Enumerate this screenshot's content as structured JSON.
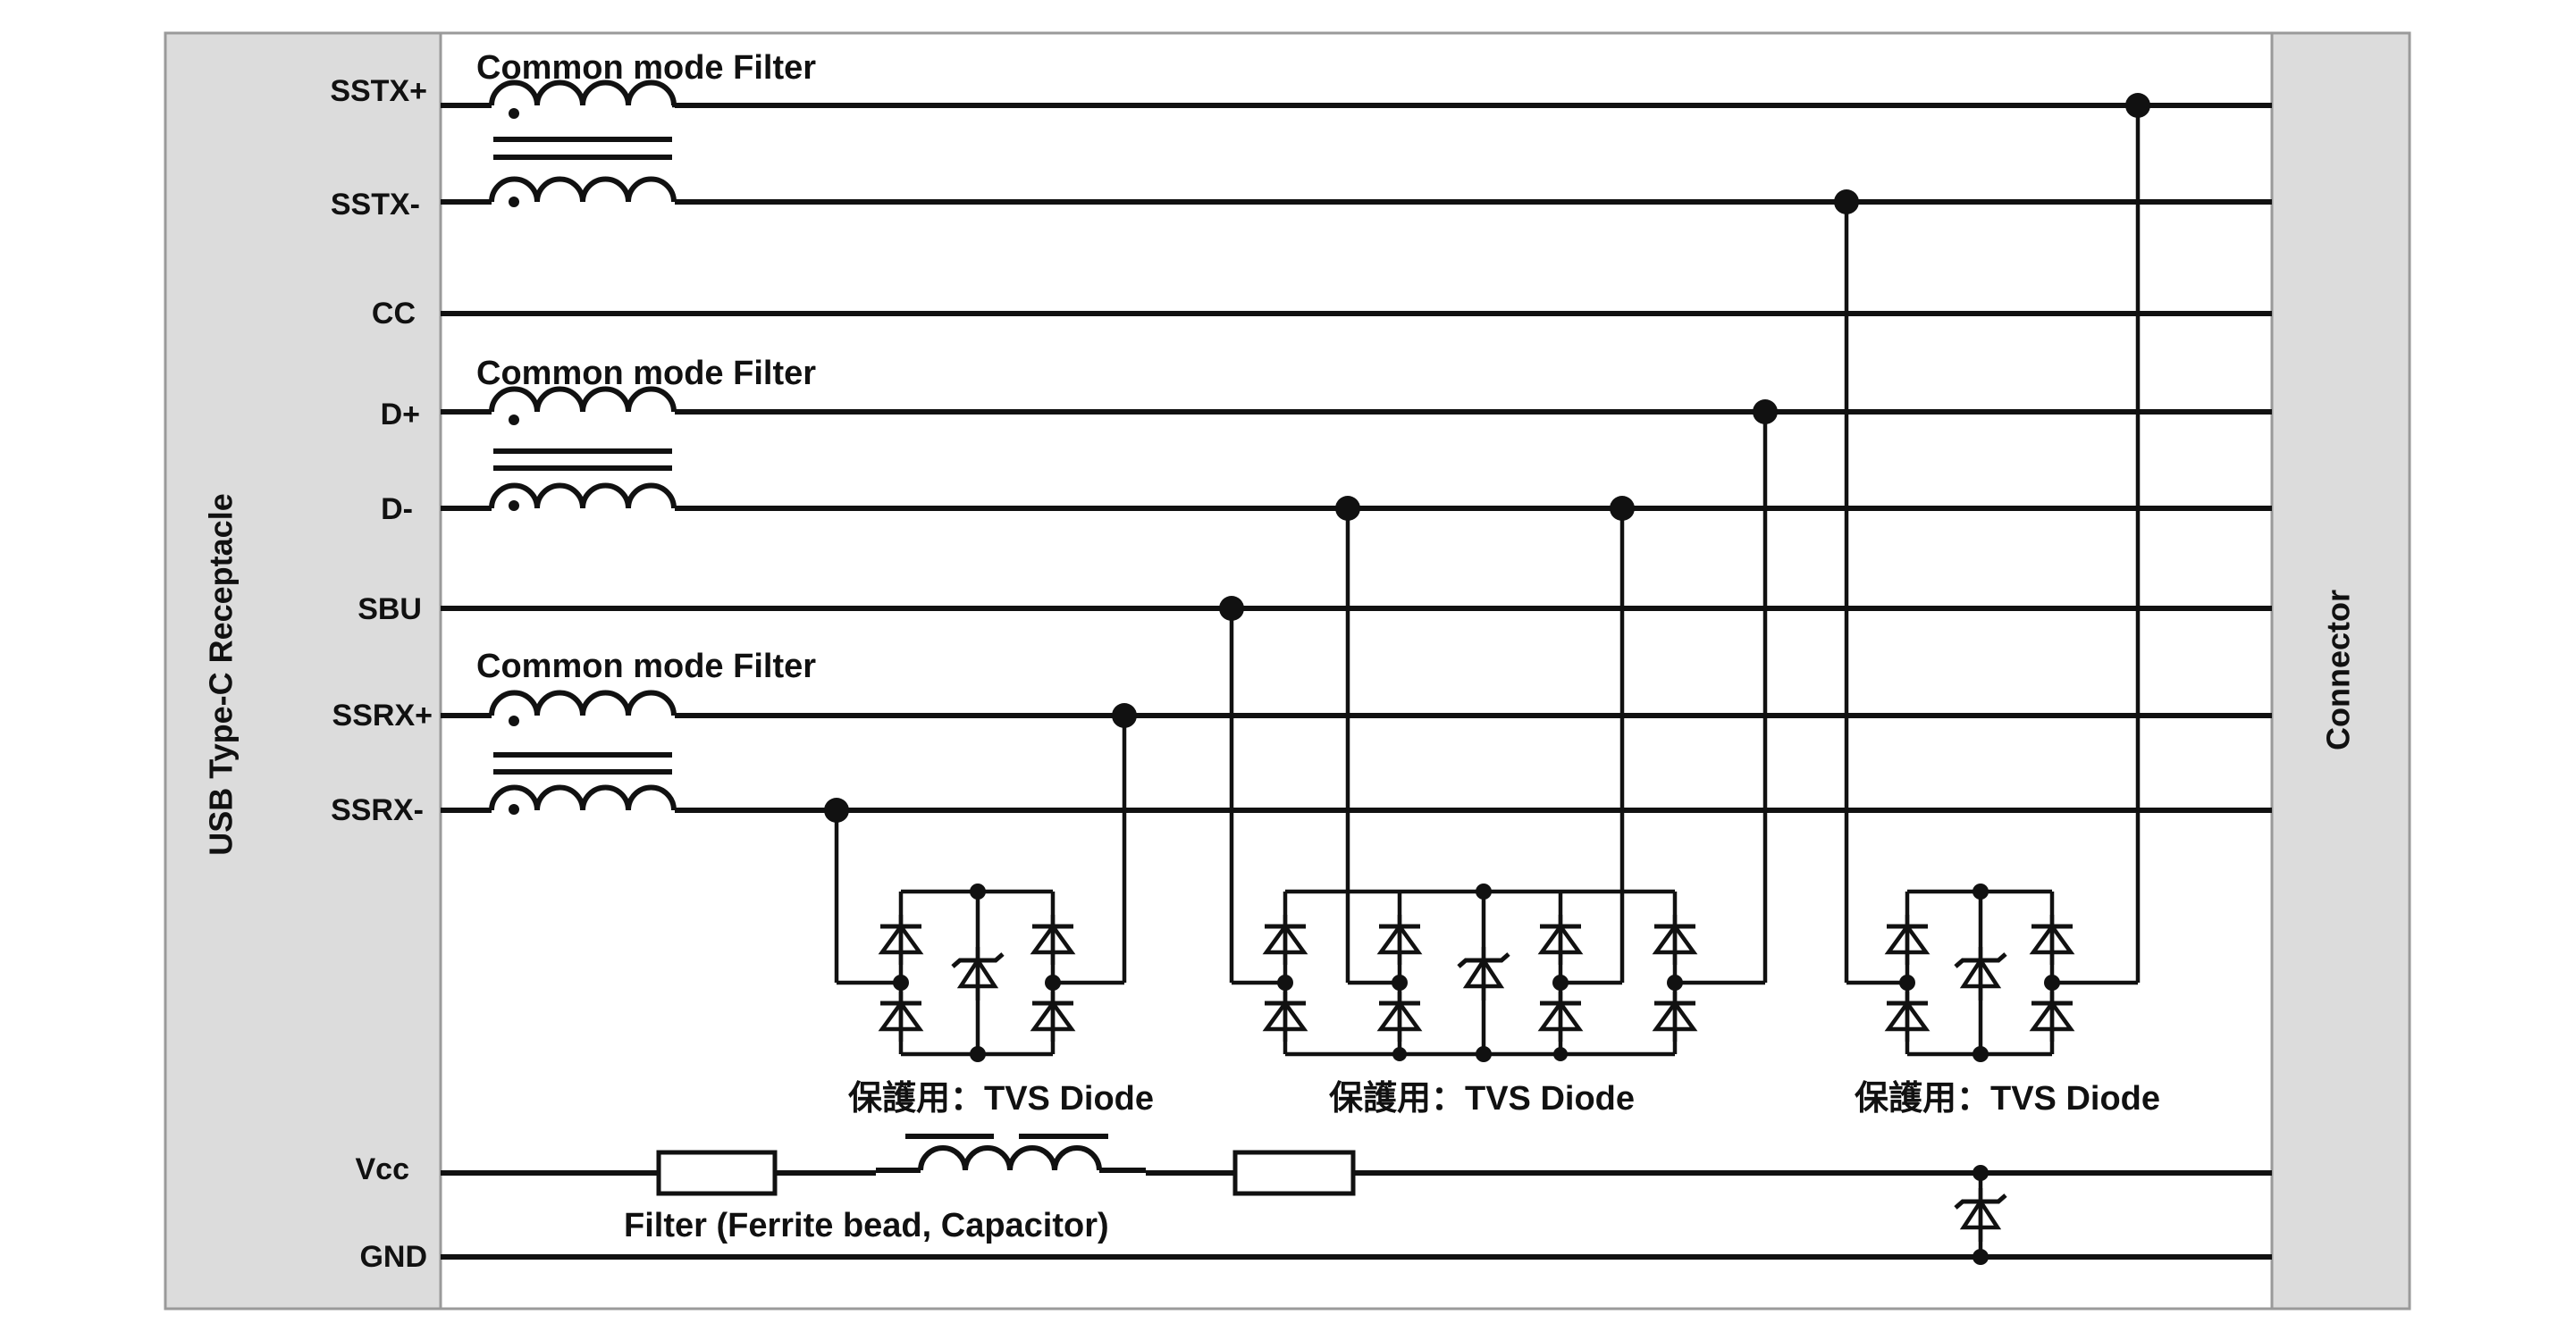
{
  "left_panel_label": "USB Type-C Receptacle",
  "right_panel_label": "Connector",
  "signals": [
    "SSTX+",
    "SSTX-",
    "CC",
    "D+",
    "D-",
    "SBU",
    "SSRX+",
    "SSRX-",
    "Vcc",
    "GND"
  ],
  "cmf_labels": [
    "Common mode Filter",
    "Common mode Filter",
    "Common mode Filter"
  ],
  "tvs_labels": [
    "保護用：TVS Diode",
    "保護用：TVS Diode",
    "保護用：TVS Diode"
  ],
  "filter_label": "Filter (Ferrite bead, Capacitor)",
  "colors": {
    "panel_fill": "#dcdcdc",
    "panel_stroke": "#9a9a9a",
    "line": "#111111"
  }
}
